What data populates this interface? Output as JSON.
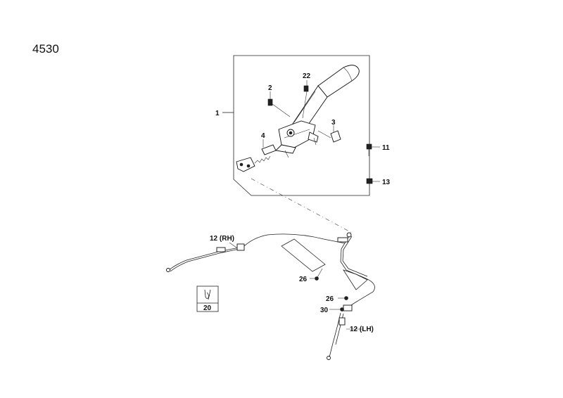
{
  "diagram_number": "4530",
  "callouts": {
    "c1": "1",
    "c2": "2",
    "c22": "22",
    "c3": "3",
    "c4": "4",
    "c11": "11",
    "c13": "13",
    "c12rh": "12 (RH)",
    "c26a": "26",
    "c26b": "26",
    "c30": "30",
    "c12lh": "12 (LH)",
    "c20": "20"
  }
}
